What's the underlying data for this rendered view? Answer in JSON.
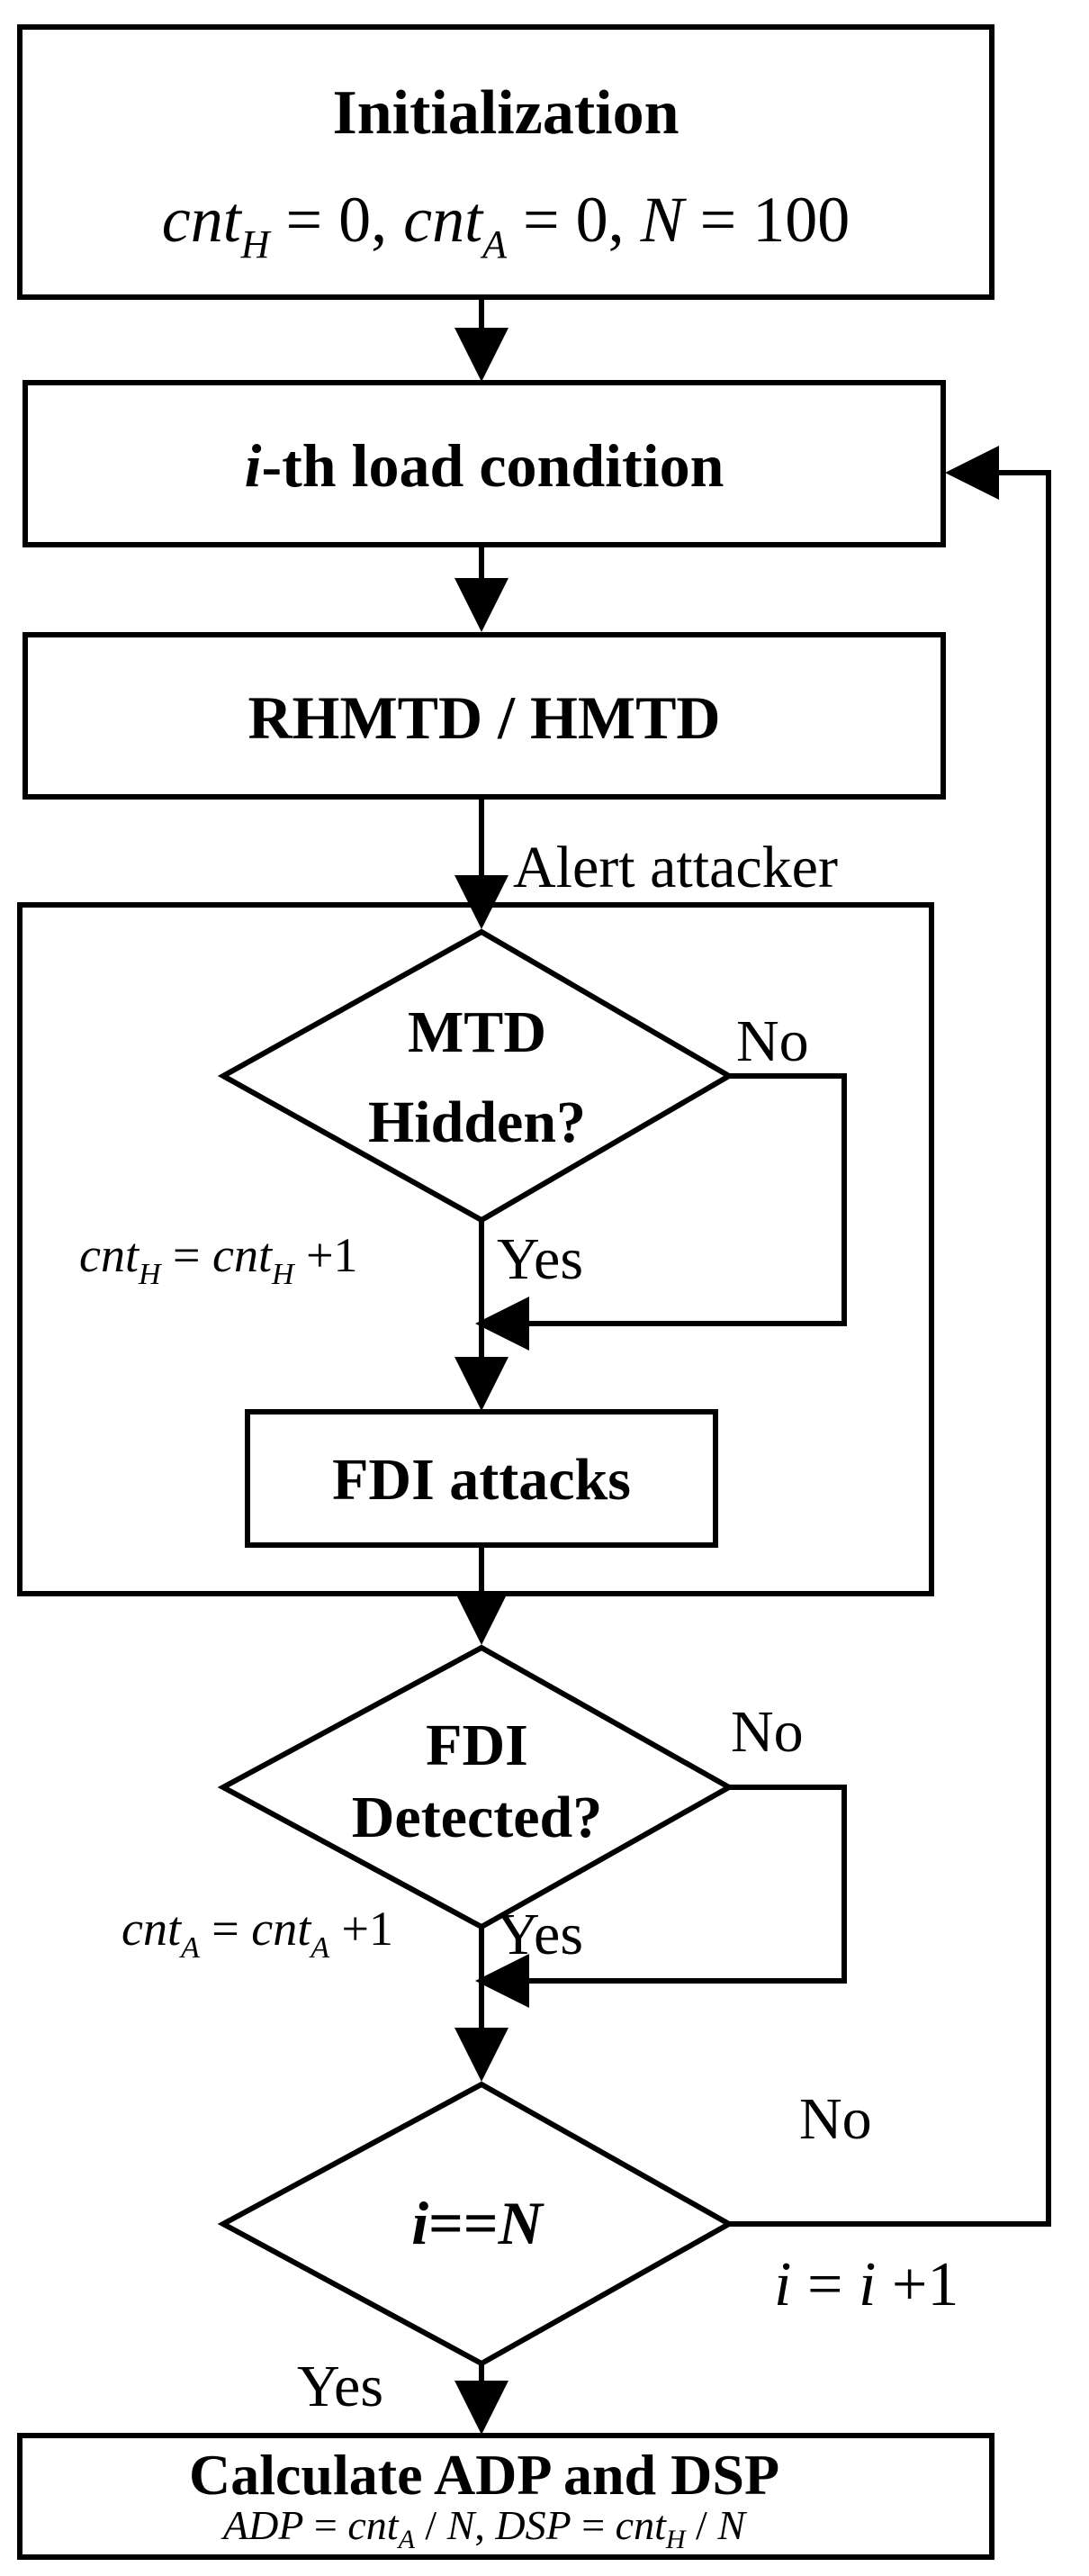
{
  "colors": {
    "stroke": "#000000",
    "background": "#ffffff"
  },
  "nodes": {
    "init": {
      "title": "Initialization",
      "eq": {
        "a": "cnt",
        "a_sub": "H",
        "a_rest": " = 0,  ",
        "b": "cnt",
        "b_sub": "A",
        "b_rest": " = 0, ",
        "c": "N",
        "c_rest": " = 100"
      }
    },
    "load": {
      "label_i": "i",
      "label_rest": "-th load condition"
    },
    "rhmtd": {
      "label": "RHMTD / HMTD"
    },
    "alert": {
      "label": "Alert attacker"
    },
    "mtd_hidden": {
      "line1": "MTD",
      "line2": "Hidden?"
    },
    "fdi_attacks": {
      "label": "FDI attacks"
    },
    "fdi_detected": {
      "line1": "FDI",
      "line2": "Detected?"
    },
    "i_eq_n": {
      "i": "i",
      "op": "==",
      "n": "N"
    },
    "calc": {
      "title": "Calculate ADP and DSP",
      "eq": {
        "p1": "ADP",
        "p2": " = ",
        "p3": "cnt",
        "p3_sub": "A",
        "p4": " / ",
        "p5": "N",
        "p6": ",  ",
        "p7": "DSP",
        "p8": " = ",
        "p9": "cnt",
        "p9_sub": "H",
        "p10": " / ",
        "p11": "N"
      }
    }
  },
  "labels": {
    "no1": "No",
    "yes1": "Yes",
    "no2": "No",
    "yes2": "Yes",
    "no3": "No",
    "yes3": "Yes",
    "cntH_update": {
      "a": "cnt",
      "a_sub": "H",
      "mid": " = ",
      "b": "cnt",
      "b_sub": "H",
      "end": " +1"
    },
    "cntA_update": {
      "a": "cnt",
      "a_sub": "A",
      "mid": " = ",
      "b": "cnt",
      "b_sub": "A",
      "end": " +1"
    },
    "i_increment": {
      "i1": "i",
      "eq": " = ",
      "i2": "i",
      "end": " +1"
    }
  }
}
